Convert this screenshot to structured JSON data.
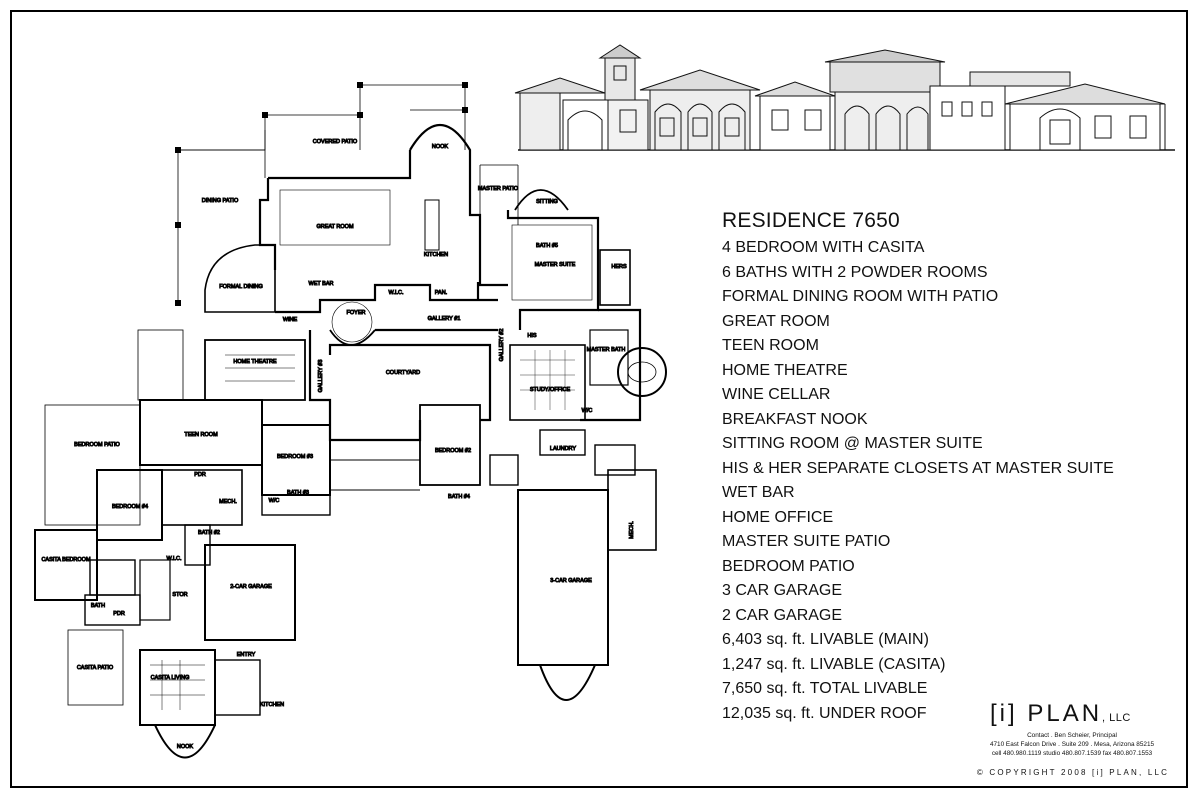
{
  "title": "RESIDENCE 7650",
  "features": [
    "4 BEDROOM WITH CASITA",
    "6 BATHS WITH 2 POWDER ROOMS",
    "FORMAL DINING ROOM WITH PATIO",
    "GREAT ROOM",
    "TEEN ROOM",
    "HOME THEATRE",
    "WINE CELLAR",
    "BREAKFAST NOOK",
    "SITTING ROOM @ MASTER SUITE",
    "HIS & HER SEPARATE CLOSETS AT MASTER SUITE",
    "WET BAR",
    "HOME OFFICE",
    "MASTER SUITE PATIO",
    "BEDROOM PATIO",
    "3 CAR GARAGE",
    "2 CAR GARAGE",
    "6,403 sq. ft. LIVABLE (MAIN)",
    "1,247 sq. ft. LIVABLE (CASITA)",
    "7,650 sq. ft. TOTAL LIVABLE",
    "12,035 sq. ft. UNDER ROOF"
  ],
  "company": {
    "logo": "[i] PLAN",
    "suffix": ", LLC",
    "contact_line": "Contact . Ben Scheier, Principal",
    "address_line": "4710 East Falcon Drive . Suite 209 . Mesa, Arizona 85215",
    "phone_line": "cell 480.980.1119   studio 480.807.1539   fax 480.807.1553",
    "copyright": "© COPYRIGHT 2008 [i] PLAN, LLC"
  },
  "rooms": {
    "covered_patio": "COVERED PATIO",
    "nook": "NOOK",
    "dining_patio": "DINING PATIO",
    "great_room": "GREAT ROOM",
    "master_patio": "MASTER PATIO",
    "sitting": "SITTING",
    "bath5": "BATH #5",
    "master_suite": "MASTER SUITE",
    "hers": "HERS",
    "kitchen": "KITCHEN",
    "formal_dining": "FORMAL DINING",
    "wet_bar": "WET BAR",
    "wic": "W.I.C.",
    "pan": "PAN.",
    "foyer": "FOYER",
    "gallery1": "GALLERY #1",
    "wine": "WINE",
    "home_theatre": "HOME THEATRE",
    "gallery3": "GALLERY #3",
    "courtyard": "COURTYARD",
    "gallery2": "GALLERY #2",
    "his": "HIS",
    "study_office": "STUDY/OFFICE",
    "master_bath": "MASTER BATH",
    "wc": "W/C",
    "bedroom_patio": "BEDROOM PATIO",
    "teen_room": "TEEN ROOM",
    "bedroom3": "BEDROOM #3",
    "bedroom2": "BEDROOM #2",
    "laundry": "LAUNDRY",
    "bedroom4": "BEDROOM #4",
    "pdr": "PDR",
    "mech": "MECH.",
    "wc2": "W/C",
    "bath3": "BATH #3",
    "bath4": "BATH #4",
    "bath2": "BATH #2",
    "casita_bedroom": "CASITA BEDROOM",
    "wic2": "W.I.C.",
    "stor": "STOR",
    "two_car_garage": "2-CAR GARAGE",
    "three_car_garage": "3-CAR GARAGE",
    "mech2": "MECH.",
    "bath": "BATH",
    "pdr2": "PDR",
    "casita_patio": "CASITA PATIO",
    "casita_living": "CASITA LIVING",
    "entry": "ENTRY",
    "kitchen2": "KITCHEN",
    "nook2": "NOOK"
  }
}
